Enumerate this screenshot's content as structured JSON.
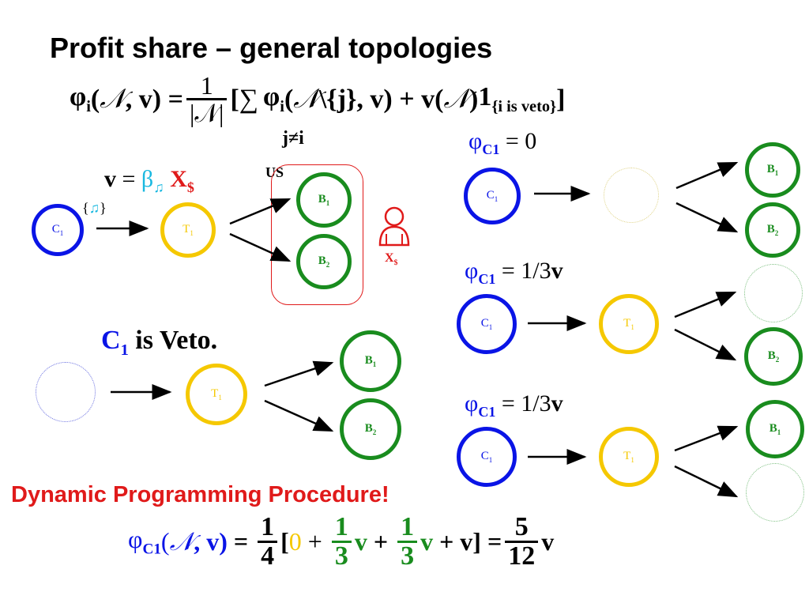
{
  "title": "Profit share – general topologies",
  "formula": {
    "lhs_phi": "φ",
    "lhs_i": "i",
    "lhs_args_open": "(",
    "lhs_N": "𝒩",
    "lhs_args_rest": ", v) =",
    "frac_num": "1",
    "frac_den": "|𝒩|",
    "bracket_open": "[",
    "sum": "∑",
    "phi": "φ",
    "i": "i",
    "inner_open": "(",
    "inner_N": "𝒩",
    "inner_rest": "\\{j}, v) + v(",
    "inner_N2": "𝒩",
    "inner_close": ")",
    "one": "1",
    "veto_sub": "{i is veto}",
    "bracket_close": "]",
    "sum_index": "j≠i"
  },
  "top_left": {
    "v": "v",
    "eq": " = ",
    "beta": "β",
    "note": "♫",
    "x": "X",
    "dollar": "$",
    "edge_label_open": "{",
    "edge_label_note": "♫",
    "edge_label_close": "}",
    "us_label": "US",
    "person_label": "X",
    "person_sub": "$",
    "c1": "C",
    "c1_sub": "1",
    "t1": "T",
    "t1_sub": "1",
    "b1": "B",
    "b1_sub": "1",
    "b2": "B",
    "b2_sub": "2"
  },
  "veto_section": {
    "c1": "C",
    "c1_sub": "1",
    "text": " is Veto.",
    "t1": "T",
    "t1_sub": "1",
    "b1": "B",
    "b1_sub": "1",
    "b2": "B",
    "b2_sub": "2"
  },
  "right_panels": [
    {
      "phi": "φ",
      "sub": "C1",
      "eq": " = 0",
      "v": "",
      "c1": "C",
      "c1_sub": "1",
      "b1": "B",
      "b1_sub": "1",
      "b2": "B",
      "b2_sub": "2"
    },
    {
      "phi": "φ",
      "sub": "C1",
      "eq": " = 1/3",
      "v": "v",
      "c1": "C",
      "c1_sub": "1",
      "t1": "T",
      "t1_sub": "1",
      "b2": "B",
      "b2_sub": "2"
    },
    {
      "phi": "φ",
      "sub": "C1",
      "eq": " = 1/3",
      "v": "v",
      "c1": "C",
      "c1_sub": "1",
      "t1": "T",
      "t1_sub": "1",
      "b1": "B",
      "b1_sub": "1"
    }
  ],
  "dp_label": "Dynamic Programming Procedure!",
  "final_formula": {
    "phi": "φ",
    "sub": "C1",
    "args_open": "(",
    "N": "𝒩",
    "args_rest": ", v)",
    "eq": " = ",
    "frac1_num": "1",
    "frac1_den": "4",
    "bracket_open": "[",
    "zero": "0",
    "plus1": " + ",
    "frac2_num": "1",
    "frac2_den": "3",
    "v1": "v",
    "plus2": " + ",
    "frac3_num": "1",
    "frac3_den": "3",
    "v2": "v",
    "rest": " + v] =",
    "frac4_num": "5",
    "frac4_den": "12",
    "v3": "v"
  }
}
